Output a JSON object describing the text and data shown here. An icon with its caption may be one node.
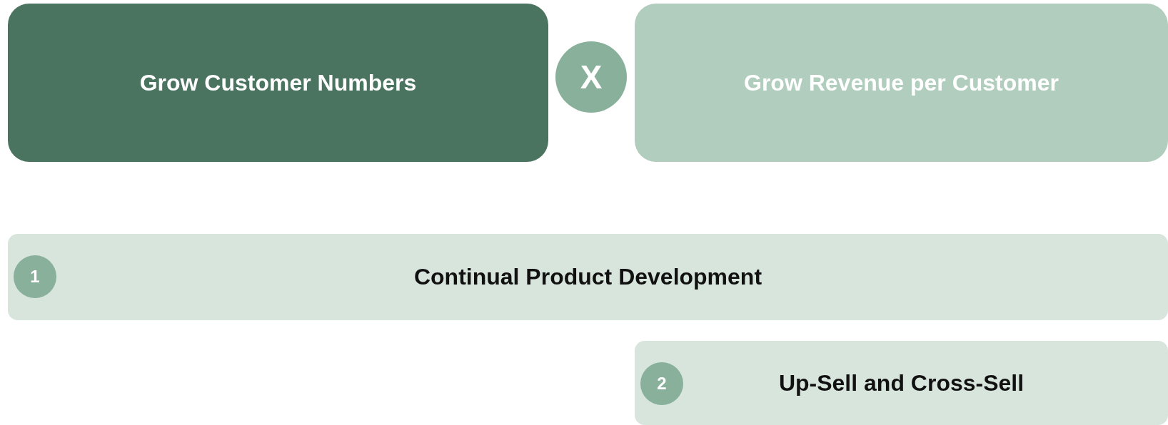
{
  "diagram": {
    "nodes": [
      {
        "text": [
          "Grow Customer Numbers"
        ]
      },
      {
        "text": [
          "X"
        ]
      },
      {
        "text": [
          "Grow Revenue per Customer"
        ]
      },
      {
        "text": [
          "Continual Product Development"
        ]
      },
      {
        "text": [
          "1"
        ],
        "in": 3
      },
      {
        "text": [
          "Up-Sell and Cross-Sell"
        ]
      },
      {
        "text": [
          "2"
        ],
        "in": 5
      }
    ]
  }
}
